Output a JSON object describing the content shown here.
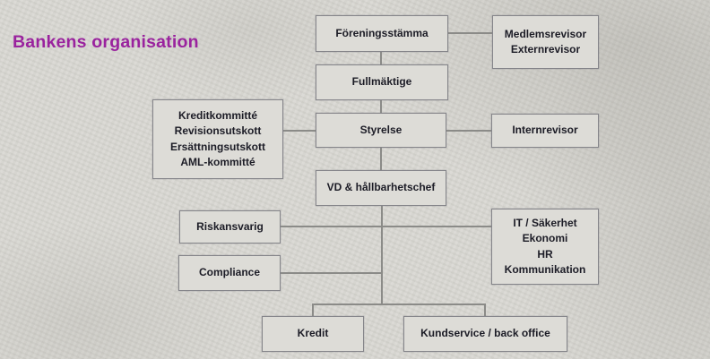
{
  "title": {
    "text": "Bankens organisation",
    "color": "#9a239e"
  },
  "org": {
    "nodes": {
      "foreningsstamma": {
        "label": "Föreningsstämma"
      },
      "medlemsrevisor": {
        "lines": [
          "Medlemsrevisor",
          "Externrevisor"
        ]
      },
      "fullmaktige": {
        "label": "Fullmäktige"
      },
      "kreditkommitte": {
        "lines": [
          "Kreditkommitté",
          "Revisionsutskott",
          "Ersättningsutskott",
          "AML-kommitté"
        ]
      },
      "styrelse": {
        "label": "Styrelse"
      },
      "internrevisor": {
        "label": "Internrevisor"
      },
      "vd": {
        "label": "VD & hållbarhetschef"
      },
      "riskansvarig": {
        "label": "Riskansvarig"
      },
      "it_stab": {
        "lines": [
          "IT / Säkerhet",
          "Ekonomi",
          "HR",
          "Kommunikation"
        ]
      },
      "compliance": {
        "label": "Compliance"
      },
      "kredit": {
        "label": "Kredit"
      },
      "kundservice": {
        "label": "Kundservice / back office"
      }
    },
    "edges": [
      {
        "from": "foreningsstamma",
        "to": "medlemsrevisor"
      },
      {
        "from": "foreningsstamma",
        "to": "fullmaktige"
      },
      {
        "from": "fullmaktige",
        "to": "styrelse"
      },
      {
        "from": "kreditkommitte",
        "to": "styrelse"
      },
      {
        "from": "styrelse",
        "to": "internrevisor"
      },
      {
        "from": "styrelse",
        "to": "vd"
      },
      {
        "from": "vd",
        "to": "riskansvarig"
      },
      {
        "from": "vd",
        "to": "it_stab"
      },
      {
        "from": "vd",
        "to": "compliance"
      },
      {
        "from": "vd",
        "to": "kredit"
      },
      {
        "from": "vd",
        "to": "kundservice"
      }
    ],
    "colors": {
      "background": "#d8d7d2",
      "box_fill": "#dddcd7",
      "box_border": "#85858a",
      "box_text": "#1c1c26",
      "connector": "#8b8b88",
      "title": "#9a239e"
    }
  }
}
